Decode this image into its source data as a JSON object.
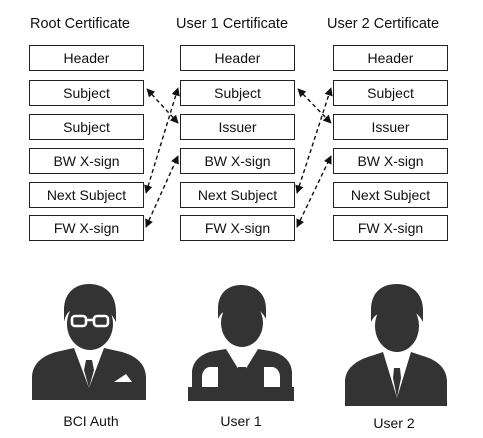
{
  "columns": [
    {
      "title": "Root Certificate",
      "fields": [
        "Header",
        "Subject",
        "Subject",
        "BW X-sign",
        "Next Subject",
        "FW X-sign"
      ]
    },
    {
      "title": "User 1 Certificate",
      "fields": [
        "Header",
        "Subject",
        "Issuer",
        "BW X-sign",
        "Next Subject",
        "FW X-sign"
      ]
    },
    {
      "title": "User 2 Certificate",
      "fields": [
        "Header",
        "Subject",
        "Issuer",
        "BW X-sign",
        "Next Subject",
        "FW X-sign"
      ]
    }
  ],
  "people": [
    {
      "label": "BCI Auth",
      "icon": "authority-person-with-glasses-icon"
    },
    {
      "label": "User 1",
      "icon": "user-person-at-desk-icon"
    },
    {
      "label": "User 2",
      "icon": "user-person-icon"
    }
  ],
  "colors": {
    "stroke": "#222222",
    "figure": "#333333",
    "background": "#ffffff"
  }
}
